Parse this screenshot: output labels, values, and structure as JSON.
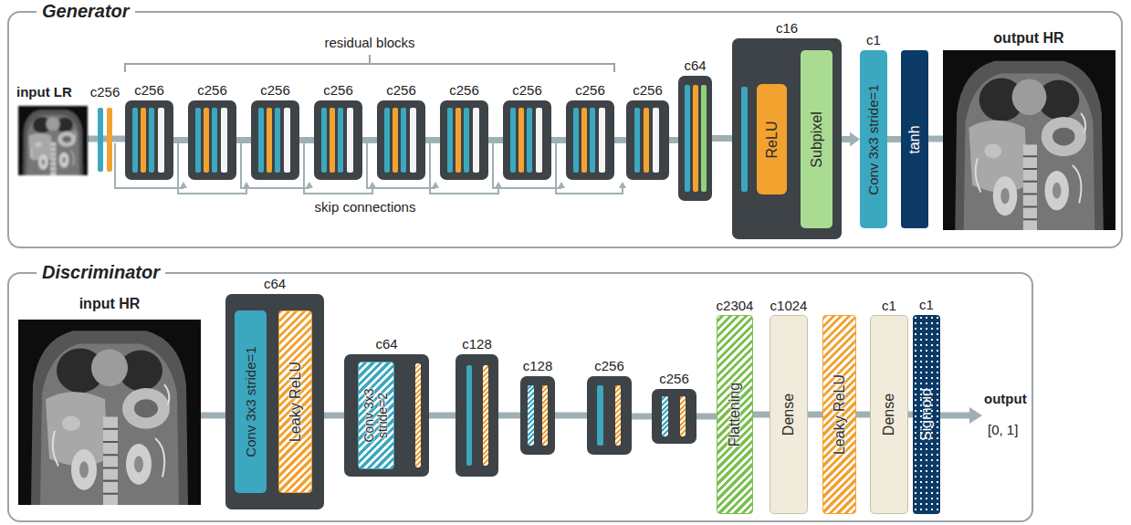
{
  "diagram": {
    "nodes": [
      {
        "text": [
          "Generator"
        ]
      },
      {
        "text": [
          "c256"
        ],
        "in": 0
      },
      {
        "text": [
          "c256"
        ],
        "in": 0
      },
      {
        "text": [
          "c256"
        ],
        "in": 0
      },
      {
        "text": [
          "c256"
        ],
        "in": 0
      },
      {
        "text": [
          "c256"
        ],
        "in": 0
      },
      {
        "text": [
          "c256"
        ],
        "in": 0
      },
      {
        "text": [
          "c256"
        ],
        "in": 0
      },
      {
        "text": [
          "c256"
        ],
        "in": 0
      },
      {
        "text": [
          "c256"
        ],
        "in": 0
      },
      {
        "text": [
          "c64"
        ],
        "in": 0
      },
      {
        "text": [
          "c16"
        ],
        "in": 0
      },
      {
        "text": [
          "ReLU"
        ],
        "in": 11
      },
      {
        "text": [
          "Subpixel"
        ],
        "in": 11
      },
      {
        "text": [
          "c1",
          "Conv 3x3 stride=1"
        ],
        "in": 0
      },
      {
        "text": [
          "tanh"
        ],
        "in": 0
      },
      {
        "text": [
          "Discriminator"
        ]
      },
      {
        "text": [
          "c64"
        ],
        "in": 16
      },
      {
        "text": [
          "Conv 3x3 stride=1"
        ],
        "in": 17
      },
      {
        "text": [
          "Leaky ReLU"
        ],
        "in": 17
      },
      {
        "text": [
          "c64"
        ],
        "in": 16
      },
      {
        "text": [
          "Conv 3x3 stride=2"
        ],
        "in": 20
      },
      {
        "text": [
          "c128"
        ],
        "in": 16
      },
      {
        "text": [
          "c128"
        ],
        "in": 16
      },
      {
        "text": [
          "c256"
        ],
        "in": 16
      },
      {
        "text": [
          "c256"
        ],
        "in": 16
      },
      {
        "text": [
          "c2304",
          "Flattening"
        ],
        "in": 16
      },
      {
        "text": [
          "c1024",
          "Dense"
        ],
        "in": 16
      },
      {
        "text": [
          "Leaky ReLU"
        ],
        "in": 16
      },
      {
        "text": [
          "c1",
          "Dense"
        ],
        "in": 16
      },
      {
        "text": [
          "c1",
          "Sigmoid"
        ],
        "in": 16
      }
    ],
    "edges": [
      {
        "from": 1,
        "to": 2,
        "arrow": "none"
      },
      {
        "from": 2,
        "to": 3,
        "arrow": "none"
      },
      {
        "from": 3,
        "to": 4,
        "arrow": "none"
      },
      {
        "from": 4,
        "to": 5,
        "arrow": "none"
      },
      {
        "from": 5,
        "to": 6,
        "arrow": "none"
      },
      {
        "from": 6,
        "to": 7,
        "arrow": "none"
      },
      {
        "from": 7,
        "to": 8,
        "arrow": "none"
      },
      {
        "from": 8,
        "to": 9,
        "arrow": "none"
      },
      {
        "from": 9,
        "to": 10,
        "arrow": "none"
      },
      {
        "from": 10,
        "to": 11,
        "arrow": "none"
      },
      {
        "from": 11,
        "to": 14,
        "arrow": "to"
      },
      {
        "from": 14,
        "to": 15,
        "arrow": "none"
      },
      {
        "from": 17,
        "to": 20,
        "arrow": "none"
      },
      {
        "from": 20,
        "to": 22,
        "arrow": "none"
      },
      {
        "from": 22,
        "to": 23,
        "arrow": "none"
      },
      {
        "from": 23,
        "to": 24,
        "arrow": "none"
      },
      {
        "from": 24,
        "to": 25,
        "arrow": "none"
      },
      {
        "from": 25,
        "to": 26,
        "arrow": "none"
      },
      {
        "from": 26,
        "to": 27,
        "arrow": "none"
      },
      {
        "from": 27,
        "to": 28,
        "arrow": "none"
      },
      {
        "from": 28,
        "to": 29,
        "arrow": "none"
      },
      {
        "from": 29,
        "to": 30,
        "arrow": "none"
      }
    ],
    "labels": [
      "input LR",
      "c256",
      "residual blocks",
      "skip connections",
      "output HR",
      "input HR",
      "output",
      "[0, 1]"
    ]
  }
}
